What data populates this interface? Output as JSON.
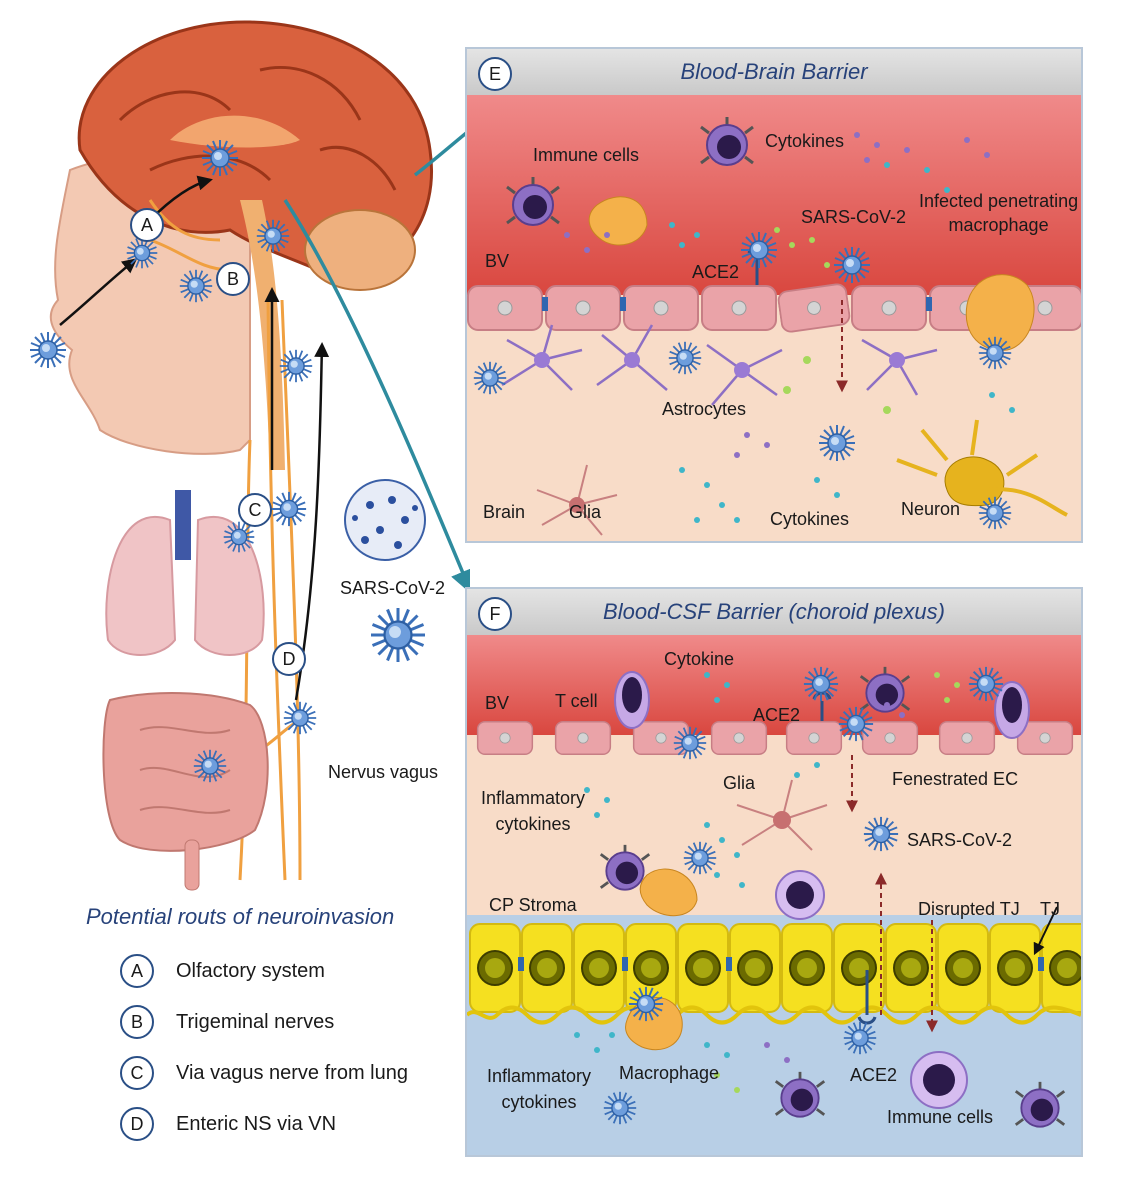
{
  "left": {
    "route_badges": [
      "A",
      "B",
      "C",
      "D"
    ],
    "virus_label": "SARS-CoV-2",
    "nerve_label": "Nervus vagus",
    "routes_title": "Potential routs of neuroinvasion",
    "legend": [
      {
        "key": "A",
        "text": "Olfactory system"
      },
      {
        "key": "B",
        "text": "Trigeminal nerves"
      },
      {
        "key": "C",
        "text": "Via vagus nerve from lung"
      },
      {
        "key": "D",
        "text": "Enteric NS via VN"
      }
    ]
  },
  "panel_e": {
    "badge": "E",
    "title": "Blood-Brain Barrier",
    "labels": {
      "immune_cells": "Immune cells",
      "cytokines_top": "Cytokines",
      "infected_macrophage": "Infected penetrating\nmacrophage",
      "sars": "SARS-CoV-2",
      "bv": "BV",
      "ace2": "ACE2",
      "astrocytes": "Astrocytes",
      "brain": "Brain",
      "glia": "Glia",
      "cytokines_bottom": "Cytokines",
      "neuron": "Neuron"
    }
  },
  "panel_f": {
    "badge": "F",
    "title": "Blood-CSF Barrier (choroid plexus)",
    "labels": {
      "cytokine": "Cytokine",
      "bv": "BV",
      "t_cell": "T cell",
      "ace2_top": "ACE2",
      "fenestrated": "Fenestrated EC",
      "inflammatory_top": "Inflammatory\ncytokines",
      "glia": "Glia",
      "sars": "SARS-CoV-2",
      "cp_stroma": "CP Stroma",
      "disrupted_tj": "Disrupted TJ",
      "tj": "TJ",
      "inflammatory_bottom": "Inflammatory\ncytokines",
      "macrophage": "Macrophage",
      "ace2_bottom": "ACE2",
      "immune_cells": "Immune cells"
    }
  },
  "colors": {
    "title_text": "#27427a",
    "blood": "#e25b5b",
    "brain_tissue": "#f8dcc8",
    "csf": "#b8cfe6",
    "epithelium": "#f4e21a",
    "virus": "#4a7fc4"
  }
}
